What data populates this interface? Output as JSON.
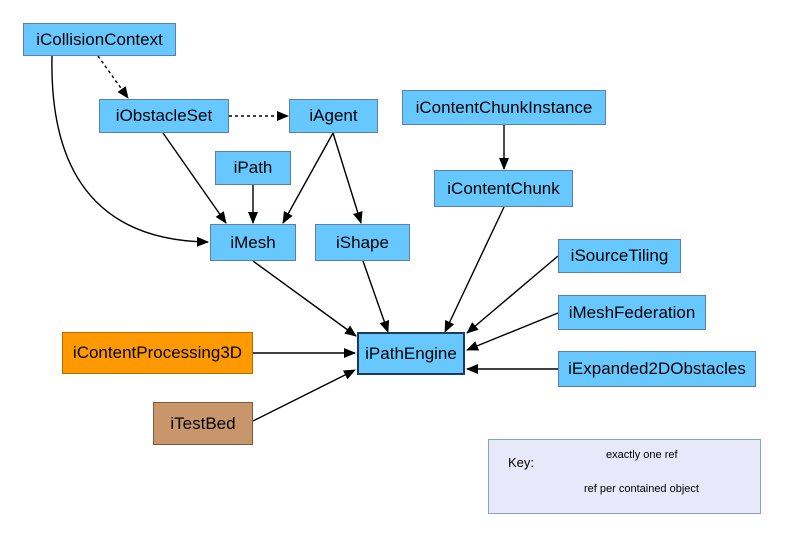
{
  "nodes": {
    "iCollisionContext": "iCollisionContext",
    "iObstacleSet": "iObstacleSet",
    "iAgent": "iAgent",
    "iContentChunkInstance": "iContentChunkInstance",
    "iPath": "iPath",
    "iContentChunk": "iContentChunk",
    "iMesh": "iMesh",
    "iShape": "iShape",
    "iSourceTiling": "iSourceTiling",
    "iMeshFederation": "iMeshFederation",
    "iContentProcessing3D": "iContentProcessing3D",
    "iPathEngine": "iPathEngine",
    "iExpanded2DObstacles": "iExpanded2DObstacles",
    "iTestBed": "iTestBed"
  },
  "key": {
    "label": "Key:",
    "solid_label": "exactly one ref",
    "dotted_label": "ref per contained object"
  },
  "colors": {
    "node_fill": "#66c8ff",
    "orange_fill": "#ff9900",
    "brown_fill": "#c8966a",
    "key_fill": "#e8e8fb"
  }
}
